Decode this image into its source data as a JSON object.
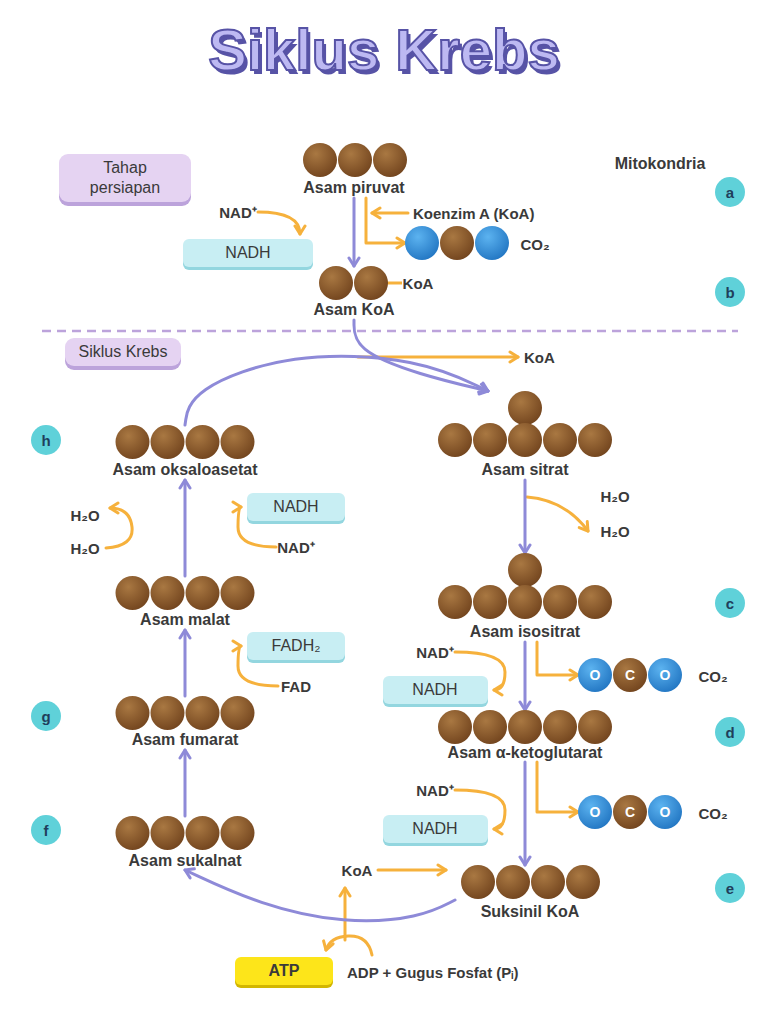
{
  "diagram": {
    "title": "Siklus Krebs",
    "nodes": [
      {
        "text": [
          "Tahap persiapan"
        ]
      },
      {
        "text": [
          "Asam piruvat"
        ]
      },
      {
        "text": [
          "KoA",
          "Asam KoA"
        ]
      },
      {
        "text": [
          "CO₂"
        ]
      },
      {
        "text": [
          "NADH"
        ]
      },
      {
        "text": [
          "Siklus Krebs"
        ]
      },
      {
        "text": [
          "Asam sitrat"
        ]
      },
      {
        "text": [
          "Asam isositrat"
        ]
      },
      {
        "text": [
          "NADH"
        ]
      },
      {
        "text": [
          "O",
          "C",
          "O",
          "CO₂"
        ]
      },
      {
        "text": [
          "Asam α-ketoglutarat"
        ]
      },
      {
        "text": [
          "NADH"
        ]
      },
      {
        "text": [
          "O",
          "C",
          "O",
          "CO₂"
        ]
      },
      {
        "text": [
          "Suksinil KoA"
        ]
      },
      {
        "text": [
          "ATP"
        ]
      },
      {
        "text": [
          "Asam sukalnat"
        ]
      },
      {
        "text": [
          "Asam fumarat"
        ]
      },
      {
        "text": [
          "FADH₂"
        ]
      },
      {
        "text": [
          "Asam malat"
        ]
      },
      {
        "text": [
          "NADH"
        ]
      },
      {
        "text": [
          "Asam oksaloasetat"
        ]
      },
      {
        "text": [
          "a"
        ]
      },
      {
        "text": [
          "b"
        ]
      },
      {
        "text": [
          "c"
        ]
      },
      {
        "text": [
          "d"
        ]
      },
      {
        "text": [
          "e"
        ]
      },
      {
        "text": [
          "f"
        ]
      },
      {
        "text": [
          "g"
        ]
      },
      {
        "text": [
          "h"
        ]
      }
    ],
    "edges": [
      {
        "from": 1,
        "to": 2,
        "arrow": "to"
      },
      {
        "from": 1,
        "to": 3,
        "arrow": "to"
      },
      {
        "from": 2,
        "to": 6,
        "arrow": "to"
      },
      {
        "from": 6,
        "to": 7,
        "arrow": "to"
      },
      {
        "from": 7,
        "to": 9,
        "arrow": "to"
      },
      {
        "from": 7,
        "to": 10,
        "arrow": "to"
      },
      {
        "from": 10,
        "to": 12,
        "arrow": "to"
      },
      {
        "from": 10,
        "to": 13,
        "arrow": "to"
      },
      {
        "from": 13,
        "to": 15,
        "arrow": "to"
      },
      {
        "from": 15,
        "to": 16,
        "arrow": "to"
      },
      {
        "from": 16,
        "to": 18,
        "arrow": "to"
      },
      {
        "from": 18,
        "to": 20,
        "arrow": "to"
      },
      {
        "from": 20,
        "to": 6,
        "arrow": "to"
      }
    ],
    "labels": [
      "Mitokondria",
      "NAD⁺",
      "Koenzim A (KoA)",
      "KoA",
      "H₂O",
      "H₂O",
      "NAD⁺",
      "NAD⁺",
      "KoA",
      "ADP + Gugus Fosfat (Pᵢ)",
      "FAD",
      "NAD⁺",
      "H₂O",
      "H₂O"
    ]
  }
}
